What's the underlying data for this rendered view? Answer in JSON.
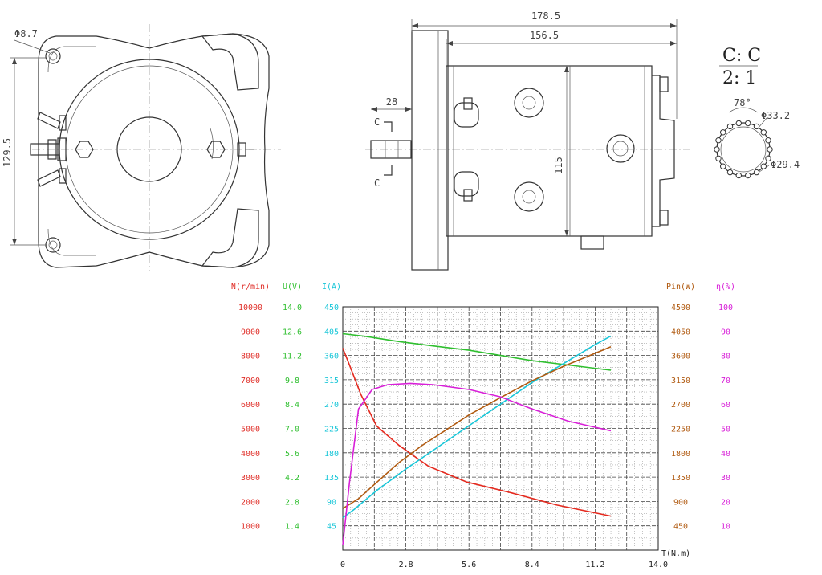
{
  "dimensions": {
    "bolt_hole_dia": "Φ8.7",
    "mount_height": "129.5",
    "overall_length": "178.5",
    "body_length": "156.5",
    "shaft_length": "28",
    "body_height": "115",
    "section_label_top": "C",
    "section_label_bottom": "C",
    "section_title": "C: C",
    "section_scale": "2: 1",
    "spline_angle": "78°",
    "spline_outer_dia": "Φ33.2",
    "spline_inner_dia": "Φ29.4"
  },
  "chart_data": {
    "type": "line",
    "xlabel": "T(N.m)",
    "xlim": [
      0,
      14.0
    ],
    "x_ticks": [
      "0",
      "2.8",
      "5.6",
      "8.4",
      "11.2",
      "14.0"
    ],
    "grid": true,
    "axes": [
      {
        "key": "N",
        "label": "N(r/min)",
        "color": "#e0302a",
        "side": "left",
        "ticks": [
          "10000",
          "9000",
          "8000",
          "7000",
          "6000",
          "5000",
          "4000",
          "3000",
          "2000",
          "1000"
        ],
        "max": 10000
      },
      {
        "key": "U",
        "label": "U(V)",
        "color": "#2fbf2f",
        "side": "left",
        "ticks": [
          "14.0",
          "12.6",
          "11.2",
          "9.8",
          "8.4",
          "7.0",
          "5.6",
          "4.2",
          "2.8",
          "1.4"
        ],
        "max": 14.0
      },
      {
        "key": "I",
        "label": "I(A)",
        "color": "#18c6d8",
        "side": "left",
        "ticks": [
          "450",
          "405",
          "360",
          "315",
          "270",
          "225",
          "180",
          "135",
          "90",
          "45"
        ],
        "max": 450
      },
      {
        "key": "P",
        "label": "Pin(W)",
        "color": "#b05a10",
        "side": "right",
        "ticks": [
          "4500",
          "4050",
          "3600",
          "3150",
          "2700",
          "2250",
          "1800",
          "1350",
          "900",
          "450"
        ],
        "max": 4500
      },
      {
        "key": "E",
        "label": "η(%)",
        "color": "#d81fd8",
        "side": "right",
        "ticks": [
          "100",
          "90",
          "80",
          "70",
          "60",
          "50",
          "40",
          "30",
          "20",
          "10"
        ],
        "max": 100
      }
    ],
    "series": [
      {
        "axis": "N",
        "color": "#e42a1f",
        "x": [
          0,
          0.3,
          0.8,
          1.5,
          2.5,
          3.8,
          5.5,
          7.5,
          9.5,
          11.9
        ],
        "y": [
          8300,
          7600,
          6400,
          5100,
          4300,
          3450,
          2800,
          2350,
          1850,
          1400
        ]
      },
      {
        "axis": "U",
        "color": "#2fbf2f",
        "x": [
          0,
          1,
          2.5,
          4,
          5.6,
          7,
          8.4,
          10,
          11.9
        ],
        "y": [
          12.45,
          12.3,
          12.0,
          11.75,
          11.5,
          11.2,
          10.9,
          10.65,
          10.35
        ]
      },
      {
        "axis": "I",
        "color": "#18c6d8",
        "x": [
          0,
          0.5,
          1.5,
          2.8,
          4.2,
          5.6,
          7,
          8.4,
          9.8,
          11.2,
          11.9
        ],
        "y": [
          60,
          75,
          110,
          150,
          190,
          230,
          270,
          310,
          345,
          380,
          396
        ]
      },
      {
        "axis": "P",
        "color": "#b05a10",
        "x": [
          0,
          0.7,
          1.5,
          2.5,
          3.5,
          4.5,
          5.6,
          7,
          8.4,
          9.8,
          11.2,
          11.9
        ],
        "y": [
          770,
          950,
          1250,
          1620,
          1930,
          2200,
          2500,
          2820,
          3130,
          3400,
          3640,
          3760
        ]
      },
      {
        "axis": "E",
        "color": "#d81fd8",
        "x": [
          0,
          0.3,
          0.7,
          1.3,
          2,
          3,
          4,
          5.6,
          7,
          8.4,
          10,
          11.9
        ],
        "y": [
          2,
          28,
          58,
          66,
          68,
          68.5,
          68,
          66,
          63,
          58,
          53,
          49
        ]
      }
    ]
  }
}
